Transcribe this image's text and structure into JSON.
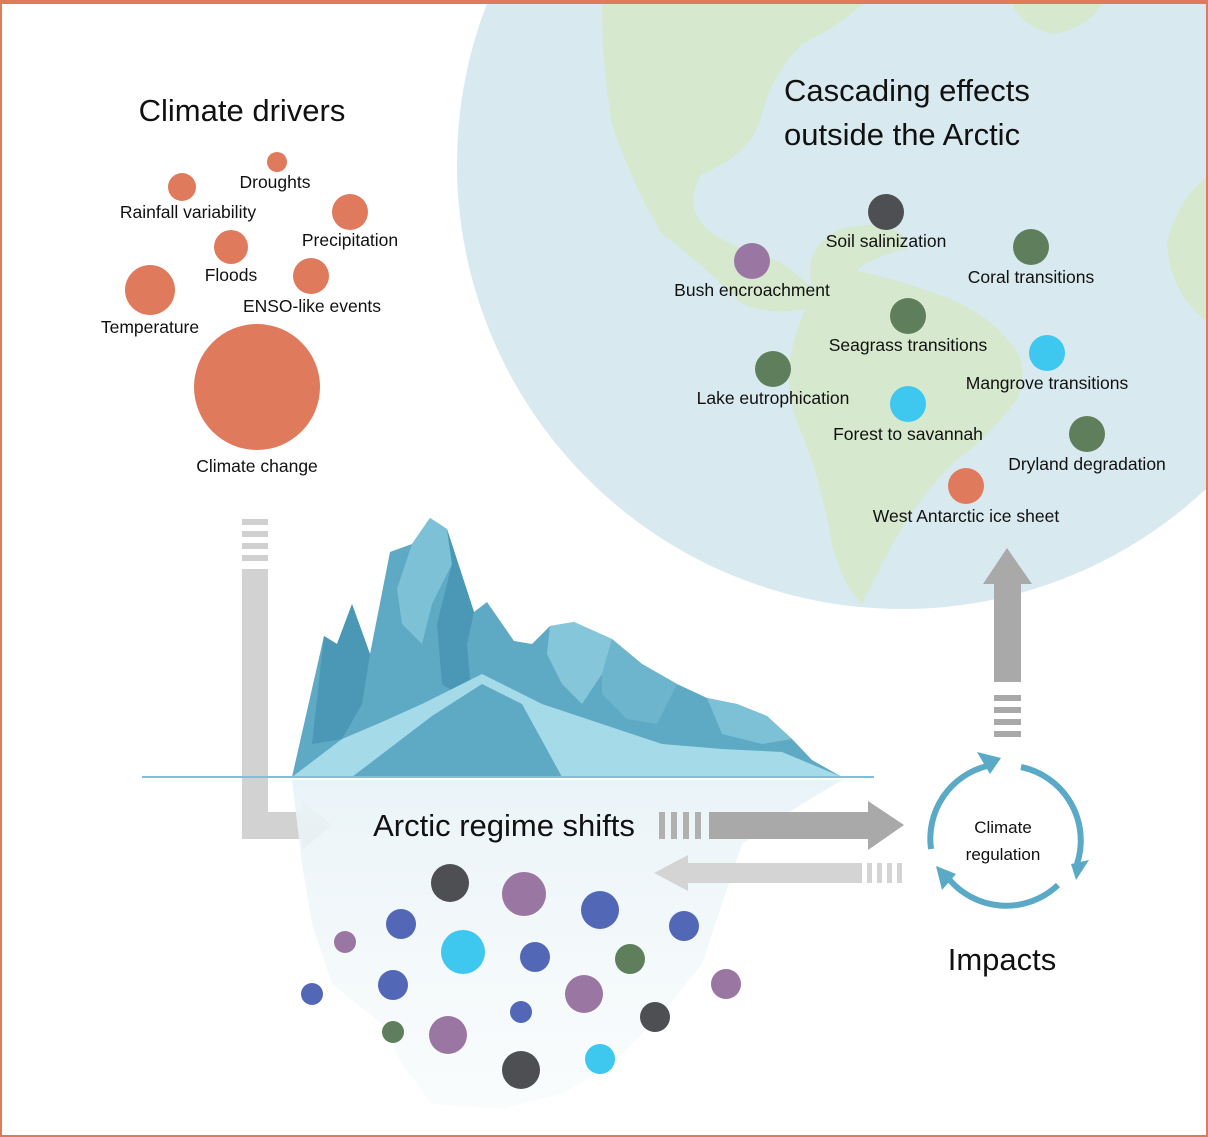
{
  "titles": {
    "drivers": "Climate drivers",
    "cascading_1": "Cascading effects",
    "cascading_2": "outside the Arctic",
    "arctic": "Arctic regime shifts",
    "impacts": "Impacts",
    "regulation_1": "Climate",
    "regulation_2": "regulation"
  },
  "drivers": [
    "Droughts",
    "Rainfall variability",
    "Precipitation",
    "Floods",
    "ENSO-like events",
    "Temperature",
    "Climate change"
  ],
  "effects": [
    "Soil salinization",
    "Bush encroachment",
    "Coral transitions",
    "Seagrass transitions",
    "Mangrove transitions",
    "Lake eutrophication",
    "Forest to savannah",
    "Dryland degradation",
    "West Antarctic ice sheet"
  ],
  "colors": {
    "border": "#e07a5c",
    "driver": "#e07a5c",
    "dark_gray": "#4d4f52",
    "purple": "#9a76a3",
    "green": "#5f7e5c",
    "cyan": "#3ec7ef",
    "blue": "#5268b6",
    "ocean": "#d8eaf0",
    "land": "#d6e8cd",
    "cycle": "#5aa9c6",
    "arrow": "#a6a6a6"
  },
  "icons": [
    "iceberg",
    "globe",
    "cycle-arrows",
    "flow-arrows"
  ]
}
